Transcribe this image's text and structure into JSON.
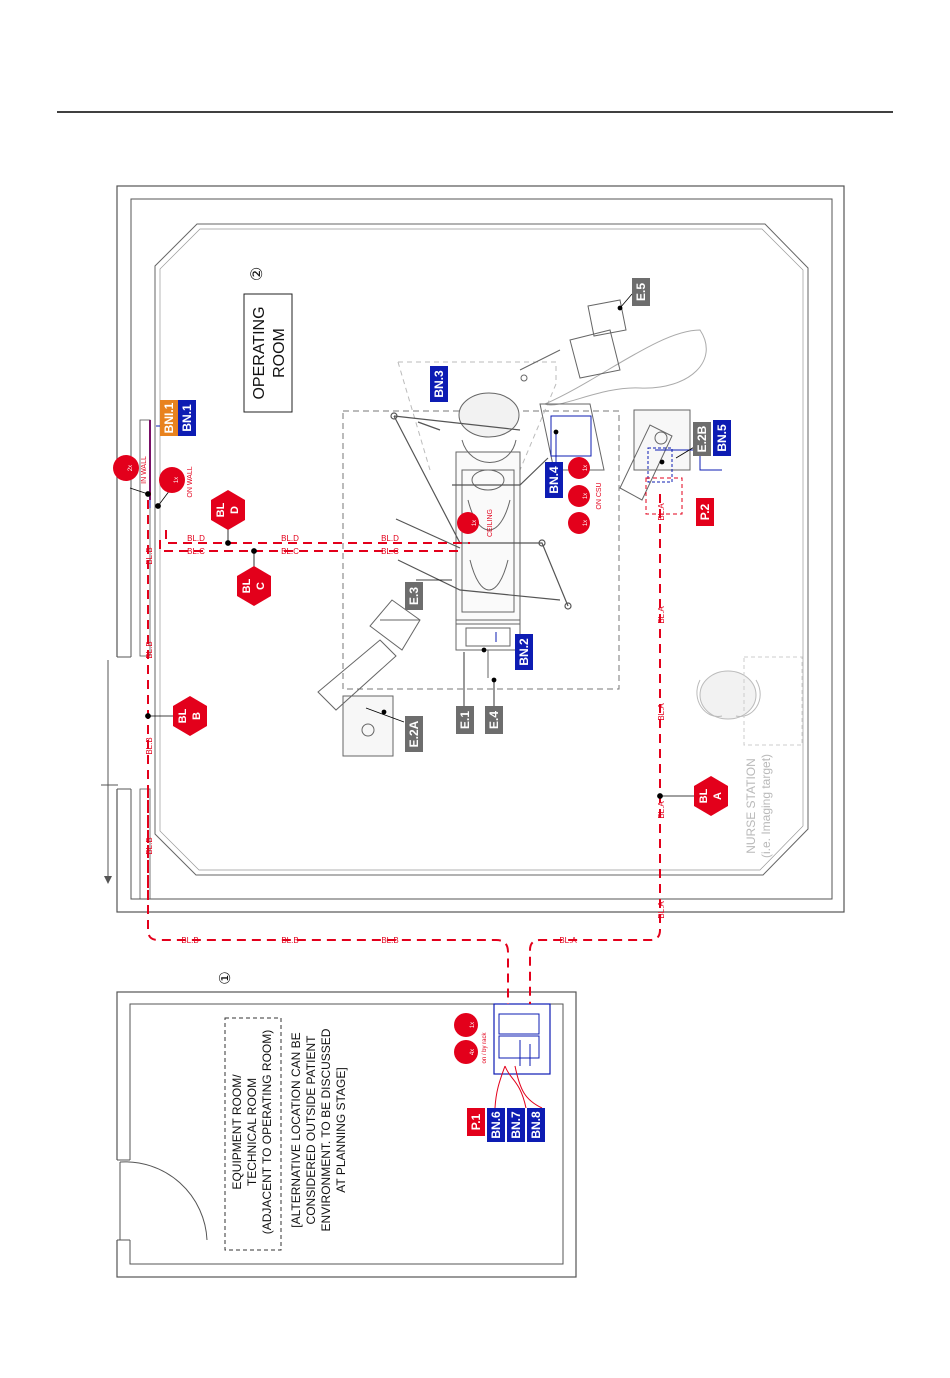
{
  "colors": {
    "red": "#e3001b",
    "blue": "#0d1cb3",
    "orange": "#e8821e",
    "gray_tag": "#6d6d6d",
    "wall": "#555555",
    "light": "#b9b9b9"
  },
  "rooms": {
    "operating_room": {
      "number": "②",
      "name_line1": "OPERATING",
      "name_line2": "ROOM"
    },
    "equipment_room": {
      "number": "①",
      "name_line1": "EQUIPMENT ROOM/",
      "name_line2": "TECHNICAL ROOM",
      "name_line3": "(ADJACENT TO OPERATING ROOM)",
      "note_line1": "[ALTERNATIVE LOCATION CAN BE",
      "note_line2": "CONSIDERED OUTSIDE PATIENT",
      "note_line3": "ENVIRONMENT. TO BE DISCUSSED",
      "note_line4": "AT PLANNING STAGE]"
    },
    "nurse_station": {
      "line1": "NURSE STATION",
      "line2": "(i.e. Imaging target)"
    }
  },
  "equipment_tags": {
    "e1": "E.1",
    "e2a": "E.2A",
    "e2b": "E.2B",
    "e3": "E.3",
    "e4": "E.4",
    "e5": "E.5"
  },
  "network_tags": {
    "bn1": "BN.1",
    "bni1": "BNI.1",
    "bn2": "BN.2",
    "bn3": "BN.3",
    "bn4": "BN.4",
    "bn5": "BN.5",
    "bn6": "BN.6",
    "bn7": "BN.7",
    "bn8": "BN.8"
  },
  "power_tags": {
    "p1": "P.1",
    "p2": "P.2"
  },
  "cable_routes": {
    "bla_hex_top": "BL",
    "bla_hex_bottom": "A",
    "blb_hex_top": "BL",
    "blb_hex_bottom": "B",
    "blc_hex_top": "BL",
    "blc_hex_bottom": "C",
    "bld_hex_top": "BL",
    "bld_hex_bottom": "D",
    "bla_line": "BL.A",
    "blb_line": "BL.B",
    "blc_line": "BL.C",
    "bld_line": "BL.D"
  },
  "outlet_notes": {
    "in_wall": "IN WALL",
    "on_wall": "ON WALL",
    "on_csu": "ON CSU",
    "ceiling": "CEILING",
    "on_rack": "on / by rack",
    "count_1x": "1x",
    "count_2x": "2x",
    "count_4x": "4x"
  }
}
